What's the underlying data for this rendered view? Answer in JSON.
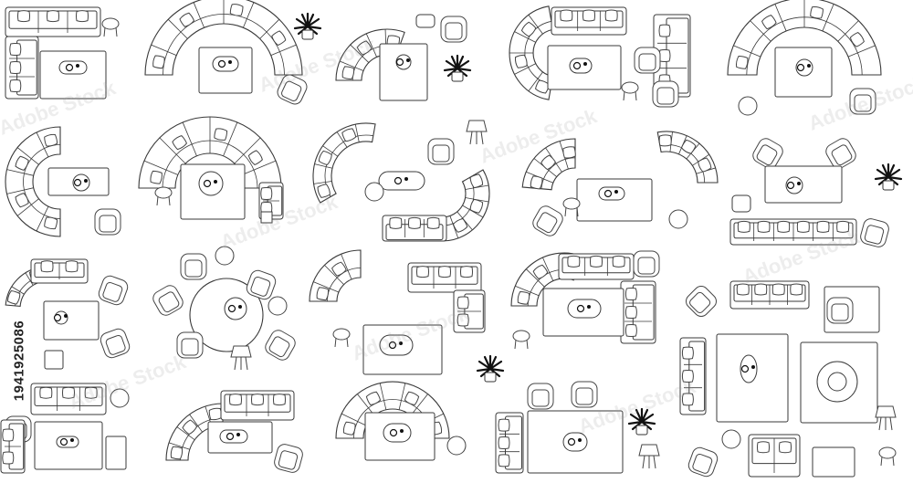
{
  "image_id_text": "1941925086",
  "watermark_text": "Adobe Stock",
  "colors": {
    "stroke": "#3a3a3a",
    "fill": "#ffffff",
    "accent": "#111111"
  },
  "sets": [
    {
      "name": "corner-sofa-set"
    },
    {
      "name": "curved-sofa-set"
    },
    {
      "name": "sofa-with-ottoman"
    },
    {
      "name": "curved-sectional-set"
    },
    {
      "name": "horseshoe-sofa-set"
    },
    {
      "name": "round-sofa-set"
    },
    {
      "name": "large-curved-sofa-set"
    },
    {
      "name": "serpentine-sofa-set"
    },
    {
      "name": "sectional-set-with-chairs"
    },
    {
      "name": "armchairs-and-bench-set"
    },
    {
      "name": "armchair-arrangement"
    },
    {
      "name": "round-table-armchairs"
    },
    {
      "name": "curved-sofa-open-plan"
    },
    {
      "name": "u-shaped-sectional"
    },
    {
      "name": "furniture-collection"
    },
    {
      "name": "sofa-armchairs-row"
    },
    {
      "name": "curved-sofa-small"
    },
    {
      "name": "curved-sofa-ottoman"
    },
    {
      "name": "sofa-chair-plant"
    }
  ]
}
